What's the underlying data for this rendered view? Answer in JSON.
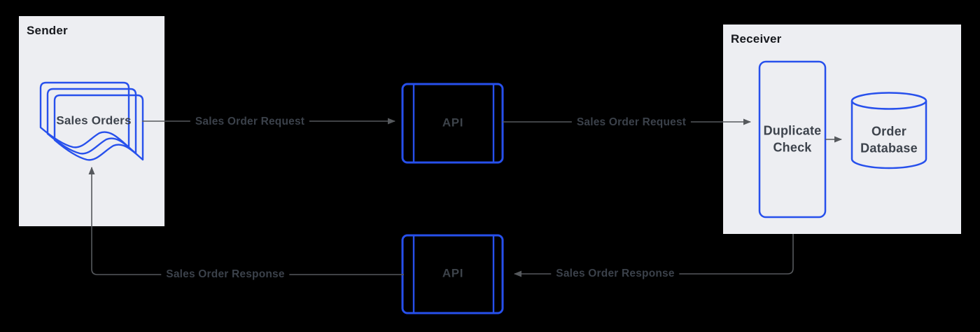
{
  "diagram": {
    "background_color": "#000000",
    "panel_color": "#edeef2",
    "accent_blue": "#2750ec",
    "connector_gray": "#56595d",
    "edge_label_color": "#3b414a"
  },
  "sender": {
    "title": "Sender",
    "node": {
      "label": "Sales Orders",
      "icon": "stacked-documents-icon"
    }
  },
  "receiver": {
    "title": "Receiver",
    "duplicate_check": {
      "label": "Duplicate Check",
      "icon": "process-box"
    },
    "order_database": {
      "label": "Order Database",
      "icon": "database-cylinder-icon"
    }
  },
  "api_top": {
    "label": "API",
    "icon": "predefined-process-box"
  },
  "api_bottom": {
    "label": "API",
    "icon": "predefined-process-box"
  },
  "edges": {
    "request_sender_to_api": {
      "label": "Sales Order Request",
      "direction": "right"
    },
    "request_api_to_receiver": {
      "label": "Sales Order Request",
      "direction": "right"
    },
    "duplicate_check_to_database": {
      "label": "",
      "direction": "right"
    },
    "response_receiver_to_api": {
      "label": "Sales Order Response",
      "direction": "left"
    },
    "response_api_to_sender": {
      "label": "Sales Order Response",
      "direction": "up"
    }
  }
}
